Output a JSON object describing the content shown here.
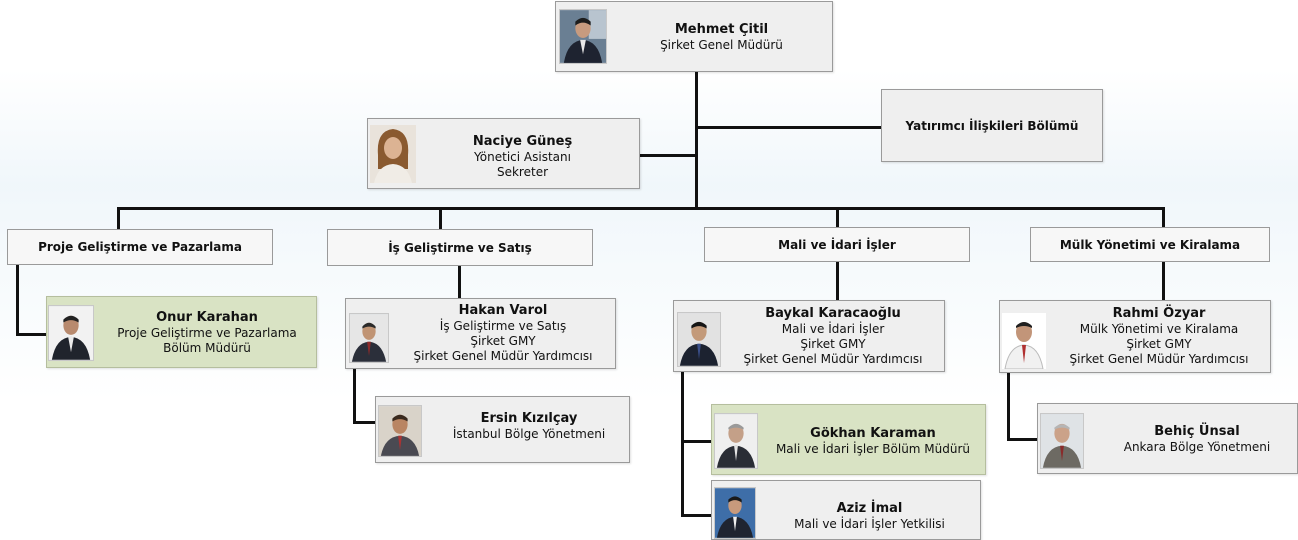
{
  "top": {
    "name": "Mehmet Çitil",
    "title": "Şirket Genel Müdürü"
  },
  "investor_relations": {
    "label": "Yatırımcı İlişkileri Bölümü"
  },
  "assistant": {
    "name": "Naciye Güneş",
    "title1": "Yönetici Asistanı",
    "title2": "Sekreter"
  },
  "departments": [
    {
      "label": "Proje Geliştirme ve Pazarlama"
    },
    {
      "label": "İş Geliştirme ve Satış"
    },
    {
      "label": "Mali ve İdari İşler"
    },
    {
      "label": "Mülk Yönetimi ve  Kiralama"
    }
  ],
  "people": {
    "onur": {
      "name": "Onur Karahan",
      "title1": "Proje Geliştirme ve Pazarlama",
      "title2": "Bölüm Müdürü"
    },
    "hakan": {
      "name": "Hakan Varol",
      "title1": "İş Geliştirme ve  Satış",
      "title2": "Şirket GMY",
      "title3": "Şirket Genel Müdür Yardımcısı"
    },
    "ersin": {
      "name": "Ersin Kızılçay",
      "title1": "İstanbul Bölge Yönetmeni"
    },
    "baykal": {
      "name": "Baykal Karacaoğlu",
      "title1": "Mali ve İdari İşler",
      "title2": "Şirket GMY",
      "title3": "Şirket Genel Müdür Yardımcısı"
    },
    "gokhan": {
      "name": "Gökhan Karaman",
      "title1": "Mali ve İdari İşler Bölüm Müdürü"
    },
    "aziz": {
      "name": "Aziz İmal",
      "title1": "Mali ve İdari İşler Yetkilisi"
    },
    "rahmi": {
      "name": "Rahmi Özyar",
      "title1": "Mülk Yönetimi  ve  Kiralama",
      "title2": "Şirket GMY",
      "title3": "Şirket Genel Müdür Yardımcısı"
    },
    "behic": {
      "name": "Behiç Ünsal",
      "title1": "Ankara Bölge Yönetmeni"
    }
  },
  "icons": {
    "photo": "person-photo-icon"
  },
  "colors": {
    "box": "#efefef",
    "manager_box": "#d9e3c4",
    "connector": "#111111"
  }
}
